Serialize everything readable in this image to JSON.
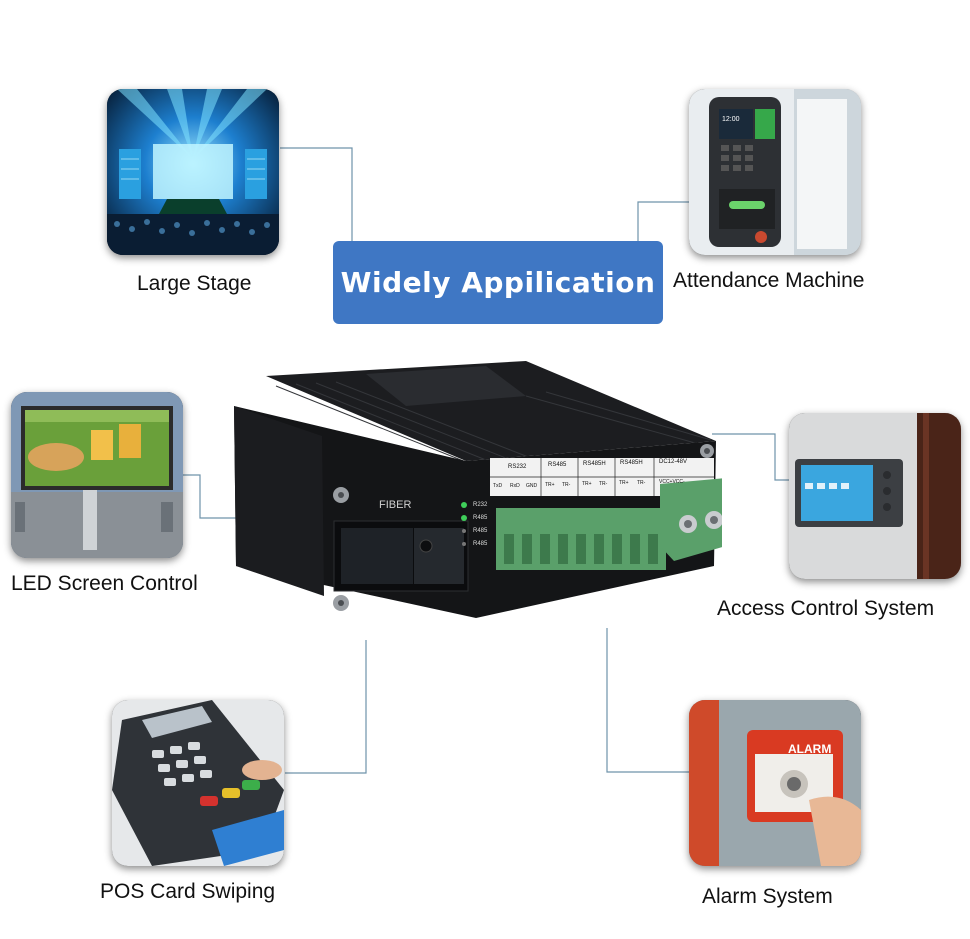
{
  "banner": {
    "title": "Widely Appilication"
  },
  "applications": [
    {
      "label": "Large Stage",
      "icon": "stage-photo"
    },
    {
      "label": "Attendance Machine",
      "icon": "attendance-machine-photo"
    },
    {
      "label": "LED Screen Control",
      "icon": "led-billboard-photo"
    },
    {
      "label": "Access Control System",
      "icon": "access-panel-photo"
    },
    {
      "label": "POS Card Swiping",
      "icon": "pos-terminal-photo"
    },
    {
      "label": "Alarm System",
      "icon": "alarm-button-photo"
    }
  ],
  "device": {
    "fiber_label": "FIBER",
    "led_labels": [
      "R232",
      "R485",
      "R485",
      "R485"
    ],
    "groups": [
      "RS232",
      "RS485",
      "RS485H",
      "RS485H",
      "DC12-48V"
    ],
    "pins": [
      "TxD",
      "RxD",
      "GND",
      "TR+",
      "TR-",
      "TR+",
      "TR-",
      "TR+",
      "TR-"
    ],
    "power_pins": "VCC+VCC-"
  },
  "thumb_texts": {
    "attendance_time": "12:00",
    "alarm_sign": "ALARM"
  },
  "colors": {
    "banner": "#3f77c4",
    "connector_line": "#6a8fa6",
    "terminal_green": "#5aa06a"
  }
}
